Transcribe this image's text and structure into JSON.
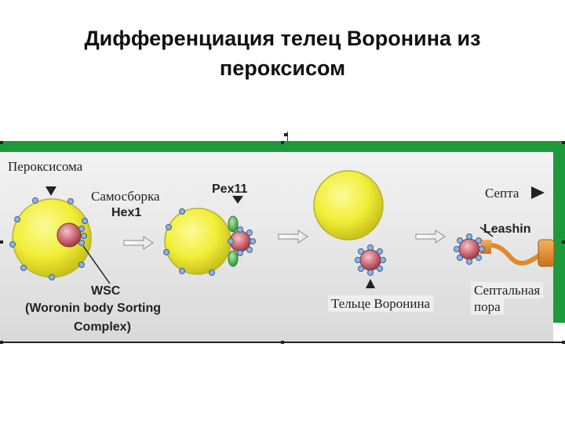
{
  "slide": {
    "title_line1": "Дифференциация телец Воронина из",
    "title_line2": "пероксисом"
  },
  "labels": {
    "peroxisome": "Пероксисома",
    "self_assembly": "Самосборка",
    "hex1": "Hex1",
    "pex11": "Pex11",
    "septum": "Септа",
    "leashin": "Leashin",
    "wsc_line1": "WSC",
    "wsc_line2": "(Woronin body Sorting",
    "wsc_line3": "Complex)",
    "woronin_body": "Тельце Воронина",
    "septal_pore_line1": "Септальная",
    "septal_pore_line2": "пора"
  },
  "colors": {
    "green_band": "#1d9a3a",
    "peroxisome_fill": "#f3f03a",
    "woronin_fill": "#c9646e",
    "pex11_fill": "#3aa64a",
    "leashin_fill": "#e08a2c",
    "protein_dot": "#8eb3e0"
  }
}
